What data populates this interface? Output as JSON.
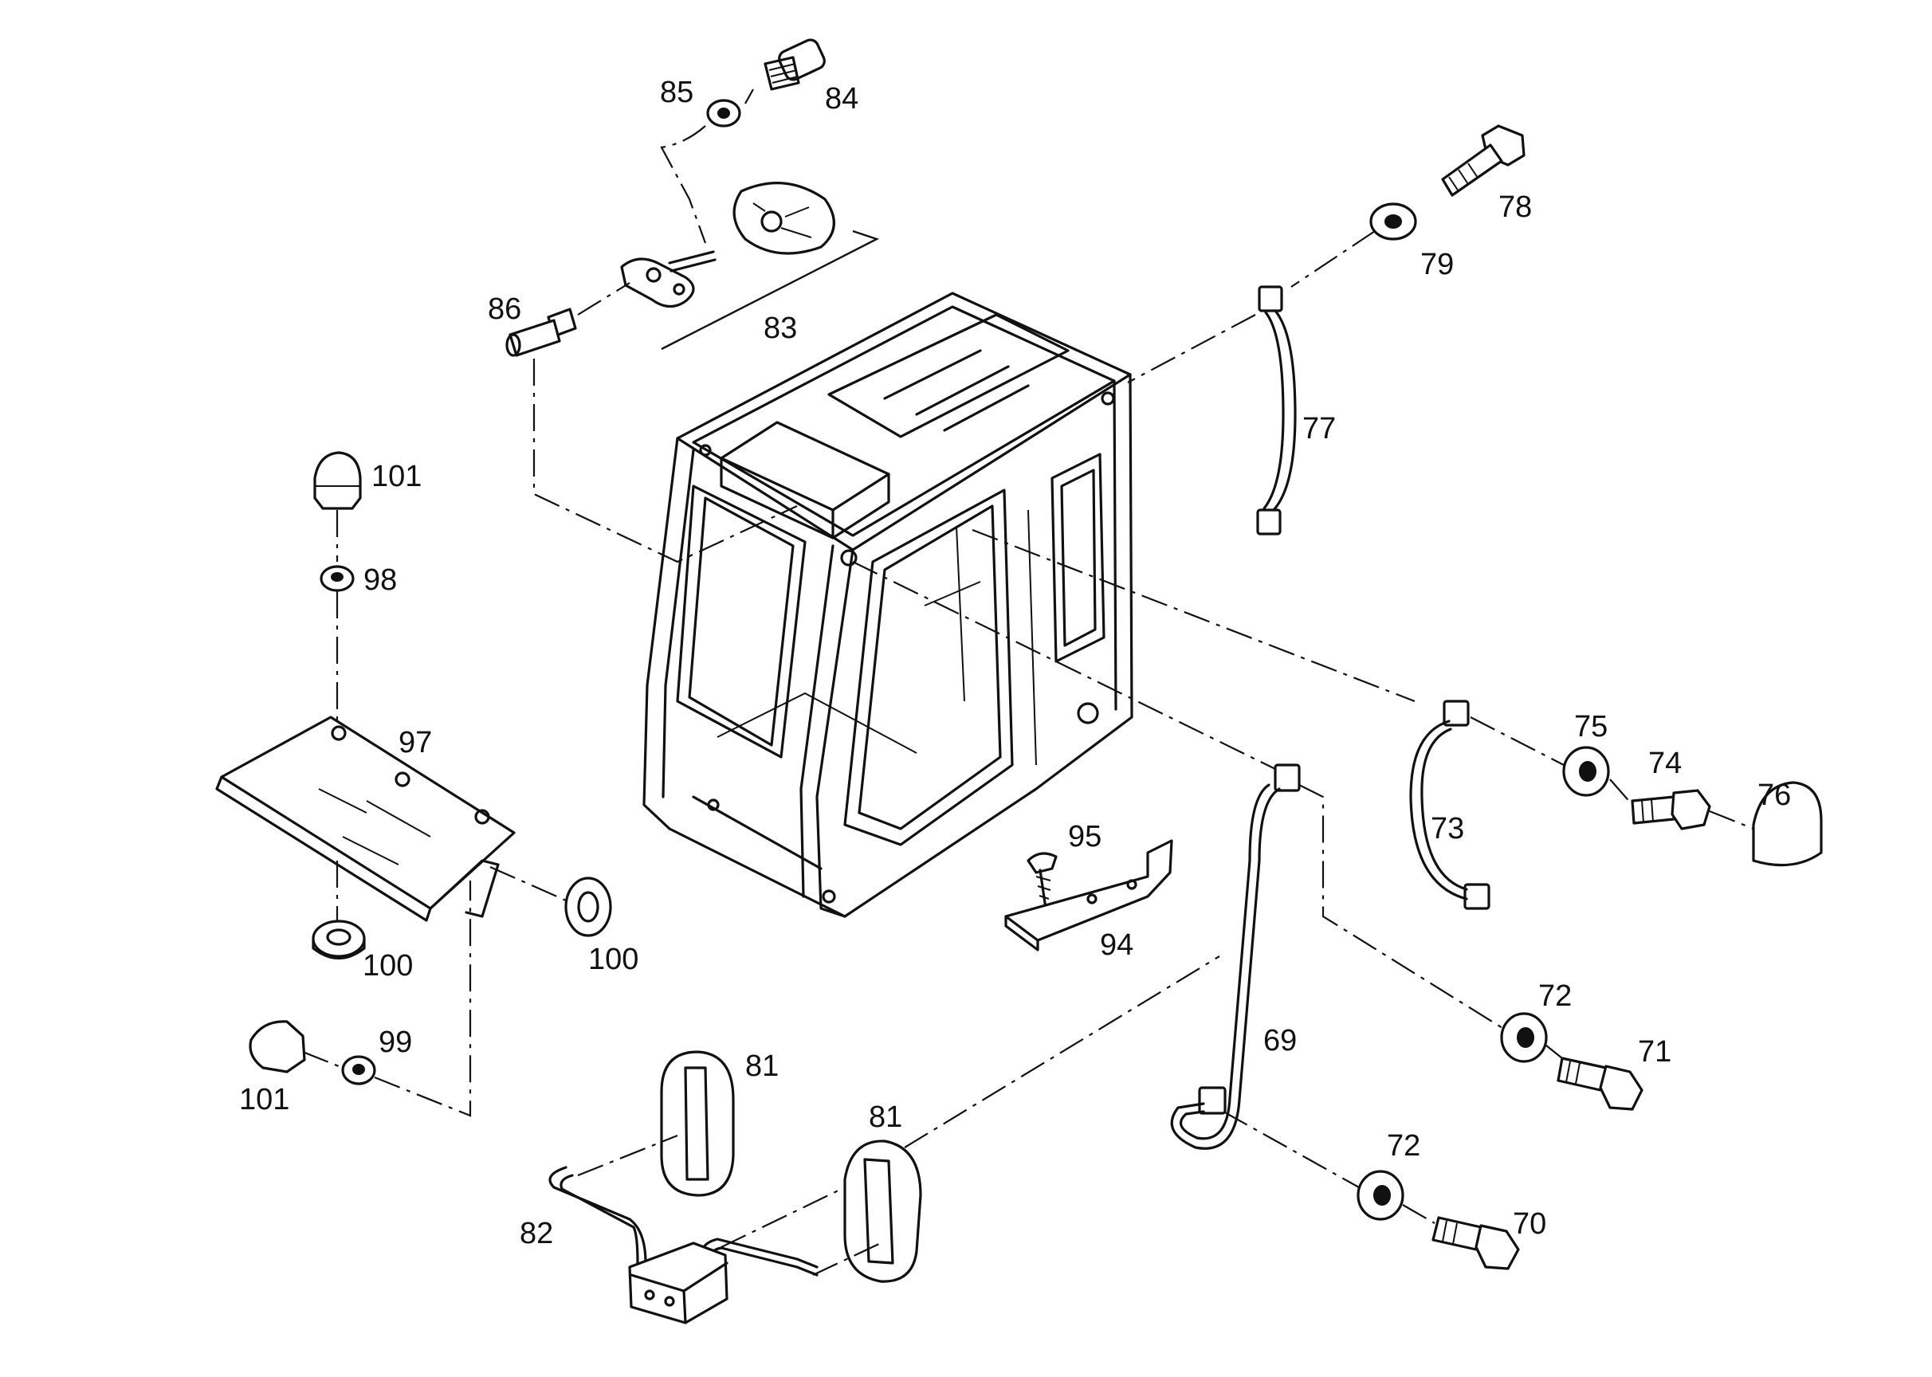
{
  "callouts": [
    {
      "id": "c84",
      "text": "84"
    },
    {
      "id": "c85",
      "text": "85"
    },
    {
      "id": "c83",
      "text": "83"
    },
    {
      "id": "c86",
      "text": "86"
    },
    {
      "id": "c78",
      "text": "78"
    },
    {
      "id": "c79",
      "text": "79"
    },
    {
      "id": "c77",
      "text": "77"
    },
    {
      "id": "c101a",
      "text": "101"
    },
    {
      "id": "c98",
      "text": "98"
    },
    {
      "id": "c97",
      "text": "97"
    },
    {
      "id": "c100a",
      "text": "100"
    },
    {
      "id": "c100b",
      "text": "100"
    },
    {
      "id": "c99",
      "text": "99"
    },
    {
      "id": "c101b",
      "text": "101"
    },
    {
      "id": "c75",
      "text": "75"
    },
    {
      "id": "c74",
      "text": "74"
    },
    {
      "id": "c76",
      "text": "76"
    },
    {
      "id": "c73",
      "text": "73"
    },
    {
      "id": "c95",
      "text": "95"
    },
    {
      "id": "c94",
      "text": "94"
    },
    {
      "id": "c72a",
      "text": "72"
    },
    {
      "id": "c71",
      "text": "71"
    },
    {
      "id": "c69",
      "text": "69"
    },
    {
      "id": "c72b",
      "text": "72"
    },
    {
      "id": "c70",
      "text": "70"
    },
    {
      "id": "c81a",
      "text": "81"
    },
    {
      "id": "c81b",
      "text": "81"
    },
    {
      "id": "c82",
      "text": "82"
    }
  ]
}
